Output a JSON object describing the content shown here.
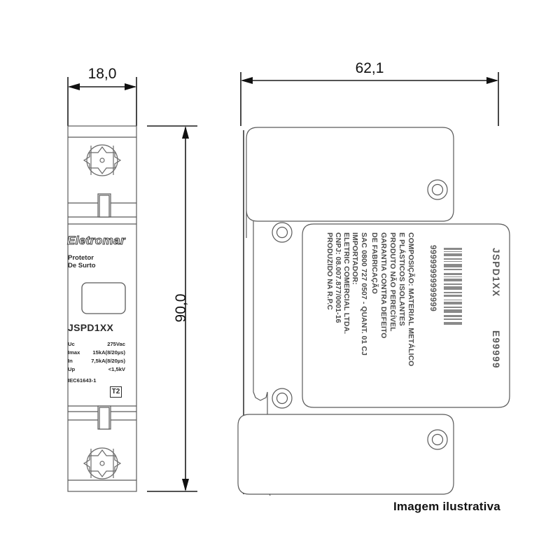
{
  "drawing": {
    "title": "Protetor de Surto JSPD1XX - desenho tecnico",
    "line_color": "#1a1a1a",
    "detail_color": "#5a5a5a",
    "dimensions": {
      "width_front": "18,0",
      "width_side": "62,1",
      "height": "90,0"
    }
  },
  "front_view": {
    "brand": "Eletromar",
    "subtitle_line1": "Protetor",
    "subtitle_line2": "De Surto",
    "model": "JSPD1XX",
    "specs": [
      {
        "key": "Uc",
        "value": "275Vac"
      },
      {
        "key": "Imax",
        "value": "15kA(8/20µs)"
      },
      {
        "key": "In",
        "value": "7,5kA(8/20µs)"
      },
      {
        "key": "Up",
        "value": "<1,5kV"
      }
    ],
    "standard": "IEC61643-1",
    "type_badge": "T2"
  },
  "side_view": {
    "label_lines": [
      "COMPOSIÇÃO: MATERIAL METÁLICO",
      "E PLÁSTICOS ISOLANTES",
      "PRODUTO NÃO PERECÍVEL",
      "GARANTIA CONTRA DEFEITO",
      "DE FABRICAÇÃO",
      "SAC 0800 727 0507 - QUANT. 01 CJ",
      "IMPORTADOR:",
      "ELETRIC COMERCIAL LTDA.",
      "CNPJ: 08.007.877/0001-16",
      "PRODUZIDO NA R.P.C"
    ],
    "model_code": "JSPD1XX",
    "serial_code": "E99999",
    "barcode_digits": "99999999999999"
  },
  "caption": "Imagem ilustrativa"
}
